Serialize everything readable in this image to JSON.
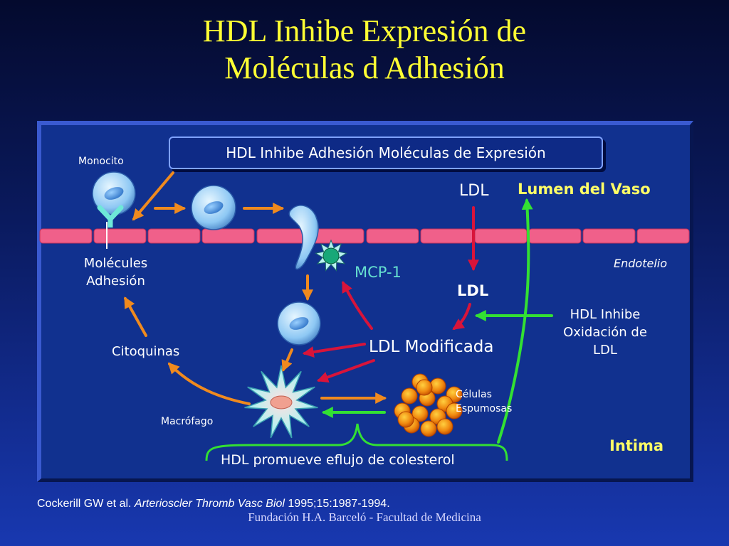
{
  "title": {
    "line1": "HDL Inhibe Expresión de",
    "line2": "Moléculas d Adhesión"
  },
  "diagram": {
    "box_text": "HDL Inhibe Adhesión Moléculas de Expresión",
    "labels": {
      "monocito": "Monocito",
      "ldl_top": "LDL",
      "lumen": "Lumen del Vaso",
      "molecules_1": "Molécules",
      "molecules_2": "Adhesión",
      "mcp1": "MCP-1",
      "endotelio": "Endotelio",
      "ldl_mid": "LDL",
      "hdl_ox_1": "HDL Inhibe",
      "hdl_ox_2": "Oxidación de",
      "hdl_ox_3": "LDL",
      "citoquinas": "Citoquinas",
      "ldl_mod": "LDL Modificada",
      "celulas_1": "Células",
      "celulas_2": "Espumosas",
      "macrofago": "Macrófago",
      "intima": "Intima",
      "efflux": "HDL promueve eflujo de colesterol"
    },
    "colors": {
      "orange_arrow": "#f08a1e",
      "red_arrow": "#d8143a",
      "green_arrow": "#33e033",
      "endothelium": "#f0608a",
      "cell": "#a8d8ff",
      "foam_cell": "#f07a10"
    }
  },
  "citation": {
    "authors": "Cockerill GW et al.",
    "journal": "Arterioscler Thromb Vasc Biol",
    "details": "1995;15:1987-1994."
  },
  "footer": "Fundación H.A. Barceló - Facultad de Medicina"
}
